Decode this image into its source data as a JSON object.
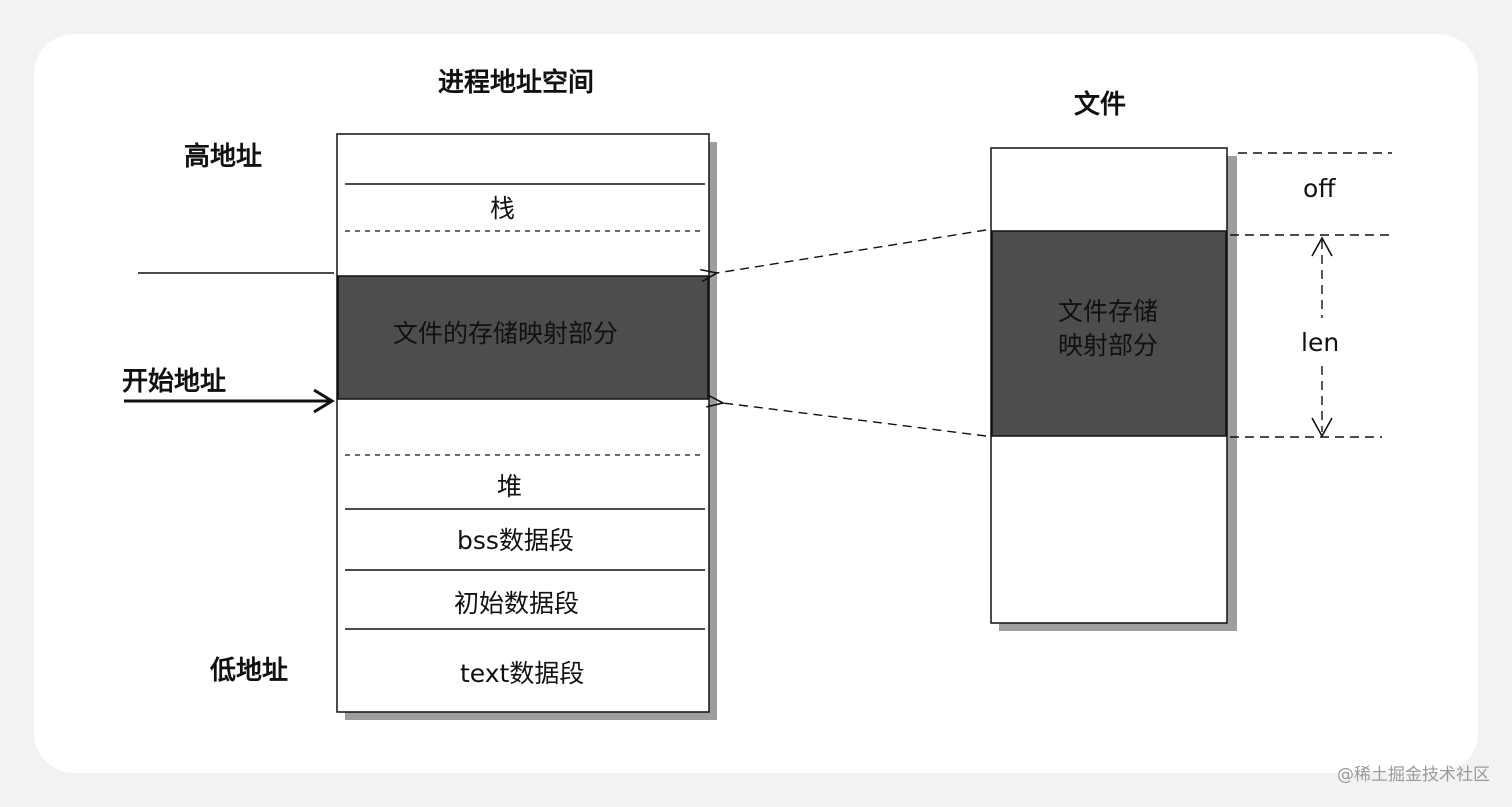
{
  "process_title": "进程地址空间",
  "file_title": "文件",
  "high_address": "高地址",
  "low_address": "低地址",
  "start_address": "开始地址",
  "process_segments": {
    "stack": "栈",
    "mapped": "文件的存储映射部分",
    "heap": "堆",
    "bss": "bss数据段",
    "init_data": "初始数据段",
    "text": "text数据段"
  },
  "file_mapped_lines": [
    "文件存储",
    "映射部分"
  ],
  "off_label": "off",
  "len_label": "len",
  "watermark": "@稀土掘金技术社区",
  "colors": {
    "mapped_fill": "#4d4d4d",
    "shadow": "#9e9e9e",
    "line": "#111111"
  }
}
